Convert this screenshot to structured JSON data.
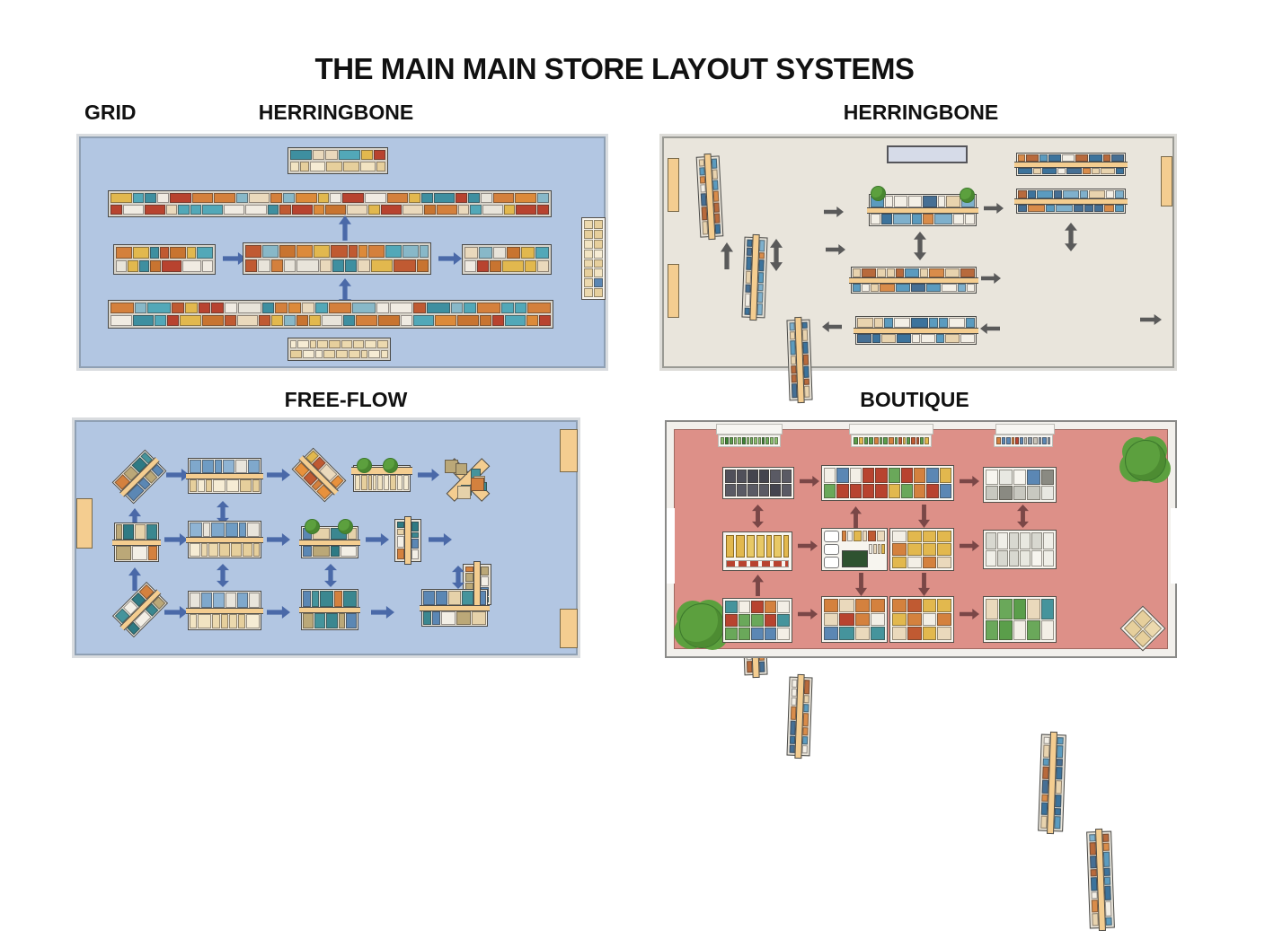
{
  "title": "THE MAIN MAIN STORE LAYOUT SYSTEMS",
  "panels": {
    "grid": {
      "labels": {
        "left": "GRID",
        "right": "HERRINGBONE"
      }
    },
    "herringbone": {
      "label": "HERRINGBONE"
    },
    "freeflow": {
      "label": "FREE-FLOW"
    },
    "boutique": {
      "label": "BOUTIQUE"
    }
  },
  "colors": {
    "floor_blue": "#b2c6e2",
    "floor_beige": "#e9e5dc",
    "floor_pink": "#dd9088",
    "wall_white": "#f2f0ec",
    "fixture_tan": "#f4cd90",
    "arrow_blue": "#4a69a8",
    "arrow_gray": "#5a5a5a",
    "arrow_maroon": "#7a4747",
    "tree_green": "#5ca03e",
    "entrance_mat": "#d6dbe8"
  },
  "palettes": {
    "shelfA": [
      "#d4803c",
      "#c05a32",
      "#3e8fa0",
      "#52a8b8",
      "#e2b84e",
      "#b8432f",
      "#ead9bc",
      "#f0ebe2",
      "#dc8a3a",
      "#88b8c8",
      "#c87430",
      "#e8e4da"
    ],
    "shelfB": [
      "#5b9bbf",
      "#3c739c",
      "#d98c4a",
      "#e8d3ae",
      "#f3efe6",
      "#b86a3c",
      "#7fb0cc",
      "#466f94"
    ],
    "tan": [
      "#ecd9ae",
      "#f2e4c2",
      "#e6cf9c",
      "#f6ecd4"
    ],
    "tanblue": [
      "#ecd9ae",
      "#f2e4c2",
      "#e6cf9c",
      "#5b87b4",
      "#f6ecd4",
      "#e6cf9c"
    ],
    "flow": [
      "#45949c",
      "#2e7a84",
      "#e6d2aa",
      "#d4813e",
      "#f3efe6",
      "#5b87b4",
      "#bba878",
      "#3b8790"
    ],
    "win": [
      "#6f9cc4",
      "#8fb4d4",
      "#e9e5dc",
      "#7fa8cc"
    ],
    "warm": [
      "#d4813e",
      "#e2b84e",
      "#c05a32",
      "#e8913c",
      "#ead9bc"
    ],
    "bout": [
      "#6aa85a",
      "#d4813e",
      "#b8432f",
      "#e2b84e",
      "#5b87b4",
      "#f3efe6",
      "#45949c",
      "#8a5a9c"
    ],
    "frames": [
      "#50505a",
      "#44444e",
      "#5a5a64"
    ],
    "tech": [
      "#e8e8e2",
      "#c8c8c0",
      "#5b87b4",
      "#f7f5ef",
      "#8a8a82"
    ],
    "yellowcell": [
      "#e2b84e",
      "#e8c966"
    ],
    "warmshelf": [
      "#d4813e",
      "#e2b84e",
      "#ead9bc",
      "#c05a32",
      "#f3efe6"
    ],
    "whitegoods": [
      "#f7f5ef",
      "#e8e8e0",
      "#d8d8d0",
      "#f0efe8"
    ],
    "green": [
      "#5a9e4a",
      "#6fb05a",
      "#3e8536",
      "#8cc270"
    ],
    "mix1": [
      "#d4813e",
      "#6aa85a",
      "#e2b84e",
      "#5a9e4a",
      "#c05a32"
    ],
    "mix2": [
      "#b8432f",
      "#5b87b4",
      "#c8c4ba",
      "#8898a8",
      "#d4813e"
    ],
    "cool2": [
      "#5b87b4",
      "#45949c",
      "#ead9bc",
      "#d4813e",
      "#f3efe6",
      "#b8432f"
    ],
    "greenshelf": [
      "#6aa85a",
      "#5a9e4a",
      "#45949c",
      "#ead9bc",
      "#f3efe6"
    ]
  }
}
